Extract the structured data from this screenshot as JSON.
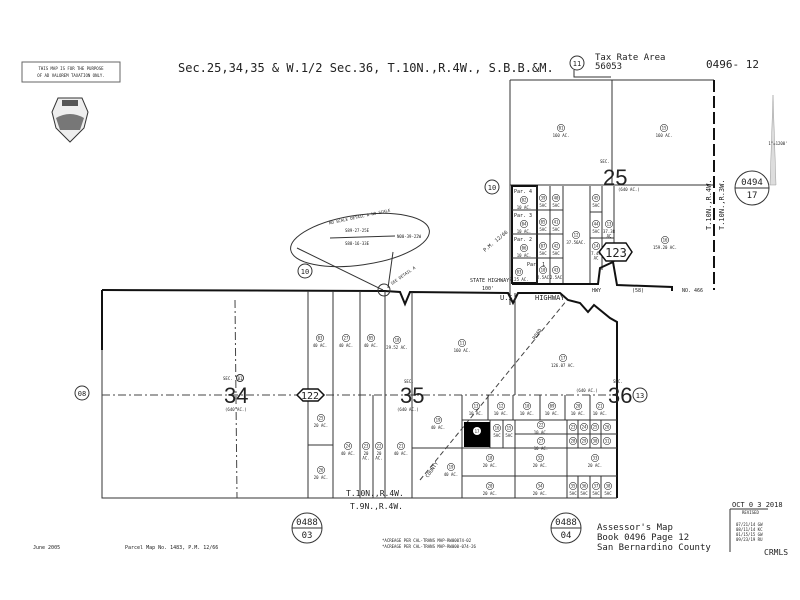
{
  "header": {
    "disclaimer_line1": "THIS MAP IS FOR THE PURPOSE",
    "disclaimer_line2": "OF AD VALOREM TAXATION ONLY.",
    "title": "Sec.25,34,35 & W.1/2 Sec.36, T.10N.,R.4W., S.B.B.&M.",
    "tax_rate_circle": "11",
    "tax_rate_label": "Tax Rate Area",
    "tax_rate_number": "56053",
    "map_number": "0496- 12",
    "scale": "1\"=1200'"
  },
  "sections": {
    "s25_label": "SEC.",
    "s25": "25",
    "s25_ac": "(640 AC.)",
    "s34_label": "SEC.",
    "s34": "34",
    "s34_ac": "(640 AC.)",
    "s34_circ": "01",
    "s35_label": "SEC.",
    "s35": "35",
    "s35_ac": "(640 AC.)",
    "s36_label": "SEC.",
    "s36": "36",
    "s36_ac": "(640 AC.)"
  },
  "adjacent": {
    "left": "08",
    "right": "13",
    "top_left": "10",
    "top_mid": "10",
    "map_0494_top": "0494",
    "map_0494_bottom": "17",
    "map_0488a_top": "0488",
    "map_0488a_bottom": "03",
    "map_0488b_top": "0488",
    "map_0488b_bottom": "04"
  },
  "codes": {
    "c122": "122",
    "c123": "123"
  },
  "roads": {
    "state_highway": "STATE HIGHWAY",
    "row": "100'",
    "us": "U.S.",
    "highway": "HIGHWAY",
    "hwy": "HWY",
    "route": "(58)",
    "no466": "NO. 466",
    "road": "ROAD",
    "county": "COUNTY",
    "pm": "P.M. 12/66",
    "see_detail": "SEE DETAIL A",
    "detail_title": "NO SCALE DETAIL A NO SCALE",
    "detail_b1": "S89-27-25E",
    "detail_b2": "S88-16-33E",
    "detail_b3": "N00-39-22W"
  },
  "townships": {
    "t10n_r4w": "T.10N.,R.4W.",
    "t9n_r4w": "T.9N.,R.4W.",
    "east_a": "T.10N.,R.4W.",
    "east_b": "T.10N.,R.3W."
  },
  "par_labels": [
    "Par. 4",
    "Par. 3",
    "Par. 2",
    "Par. 1"
  ],
  "parcels": [
    {
      "num": "01",
      "ac": "160 AC."
    },
    {
      "num": "15",
      "ac": "160 AC."
    },
    {
      "num": "02",
      "ac": "10 AC."
    },
    {
      "num": "04",
      "ac": "10 AC."
    },
    {
      "num": "06",
      "ac": "10 AC."
    },
    {
      "num": "03",
      "ac": "8.25 AC."
    },
    {
      "num": "39",
      "ac": "5AC"
    },
    {
      "num": "40",
      "ac": "5AC"
    },
    {
      "num": "05",
      "ac": "5AC"
    },
    {
      "num": "41",
      "ac": "5AC"
    },
    {
      "num": "07",
      "ac": "5AC"
    },
    {
      "num": "42",
      "ac": "5AC"
    },
    {
      "num": "10",
      "ac": "2.5AC"
    },
    {
      "num": "43",
      "ac": "2.5AC"
    },
    {
      "num": "12",
      "ac": "37.56AC."
    },
    {
      "num": "45",
      "ac": "5AC"
    },
    {
      "num": "44",
      "ac": "5AC"
    },
    {
      "num": "14",
      "ac": "7.49 AC"
    },
    {
      "num": "13",
      "ac": "37.38 AC"
    },
    {
      "num": "16",
      "ac": "159.20 AC."
    },
    {
      "num": "03",
      "ac": "40 AC."
    },
    {
      "num": "27",
      "ac": "40 AC."
    },
    {
      "num": "05",
      "ac": "40 AC."
    },
    {
      "num": "10",
      "ac": "29.52 AC."
    },
    {
      "num": "11",
      "ac": "160 AC."
    },
    {
      "num": "17",
      "ac": "126.07 AC."
    },
    {
      "num": "25",
      "ac": "20 AC."
    },
    {
      "num": "26",
      "ac": "20 AC."
    },
    {
      "num": "24",
      "ac": "40 AC."
    },
    {
      "num": "23",
      "ac": "20 AC."
    },
    {
      "num": "22",
      "ac": "20 AC."
    },
    {
      "num": "21",
      "ac": "40 AC."
    },
    {
      "num": "19",
      "ac": "40 AC."
    },
    {
      "num": "19",
      "ac": "40 AC."
    },
    {
      "num": "13",
      "ac": "10 AC."
    },
    {
      "num": "12",
      "ac": "10 AC."
    },
    {
      "num": "10",
      "ac": "10 AC."
    },
    {
      "num": "09",
      "ac": "10 AC."
    },
    {
      "num": "20",
      "ac": "10 AC."
    },
    {
      "num": "21",
      "ac": "10 AC."
    },
    {
      "num": "16",
      "ac": "5AC"
    },
    {
      "num": "15",
      "ac": "5AC"
    },
    {
      "num": "22",
      "ac": "10 AC."
    },
    {
      "num": "27",
      "ac": "10 AC."
    },
    {
      "num": "23",
      "ac": ""
    },
    {
      "num": "24",
      "ac": ""
    },
    {
      "num": "25",
      "ac": ""
    },
    {
      "num": "26",
      "ac": ""
    },
    {
      "num": "28",
      "ac": ""
    },
    {
      "num": "29",
      "ac": ""
    },
    {
      "num": "30",
      "ac": ""
    },
    {
      "num": "31",
      "ac": ""
    },
    {
      "num": "18",
      "ac": "20 AC."
    },
    {
      "num": "32",
      "ac": "20 AC."
    },
    {
      "num": "33",
      "ac": "20 AC."
    },
    {
      "num": "20",
      "ac": "20 AC."
    },
    {
      "num": "34",
      "ac": "20 AC."
    },
    {
      "num": "35",
      "ac": "5AC"
    },
    {
      "num": "36",
      "ac": "5AC"
    },
    {
      "num": "37",
      "ac": "5AC"
    },
    {
      "num": "38",
      "ac": "5AC"
    }
  ],
  "highlighted_parcel": "17",
  "footer": {
    "date": "June 2005",
    "parcel_map": "Parcel Map No. 1483, P.M. 12/66",
    "note1": "*ACREAGE PER CAL-TRANS MAP-RW00074-02",
    "note2": "*ACREAGE PER CAL-TRANS MAP-RW000-074-26",
    "assessor1": "Assessor's Map",
    "assessor2": "Book 0496 Page 12",
    "assessor3": "San Bernardino County",
    "revised_date": "OCT 0 3 2018",
    "revised_label": "REVISED",
    "revisions": [
      "07/21/14 GW",
      "08/11/14 KC",
      "01/15/15 GW",
      "09/23/19 RU"
    ],
    "watermark": "CRMLS"
  }
}
